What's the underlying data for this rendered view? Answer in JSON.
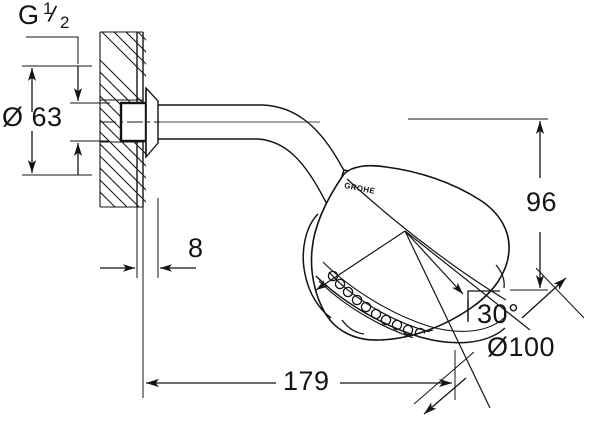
{
  "drawing": {
    "title": "GROHE shower head and shower arm dimensioned technical drawing",
    "brand_logo_text": "GROHE",
    "line_color": "#141414",
    "background_color": "#ffffff"
  },
  "dimensions": {
    "thread": {
      "label_g": "G",
      "numerator": "1",
      "slash": "/",
      "denominator": "2",
      "full": "G 1/2"
    },
    "escutcheon_diameter": "Ø 63",
    "wall_offset": "8",
    "projection": "179",
    "height": "96",
    "spray_angle": "30°",
    "head_diameter": "Ø100"
  }
}
